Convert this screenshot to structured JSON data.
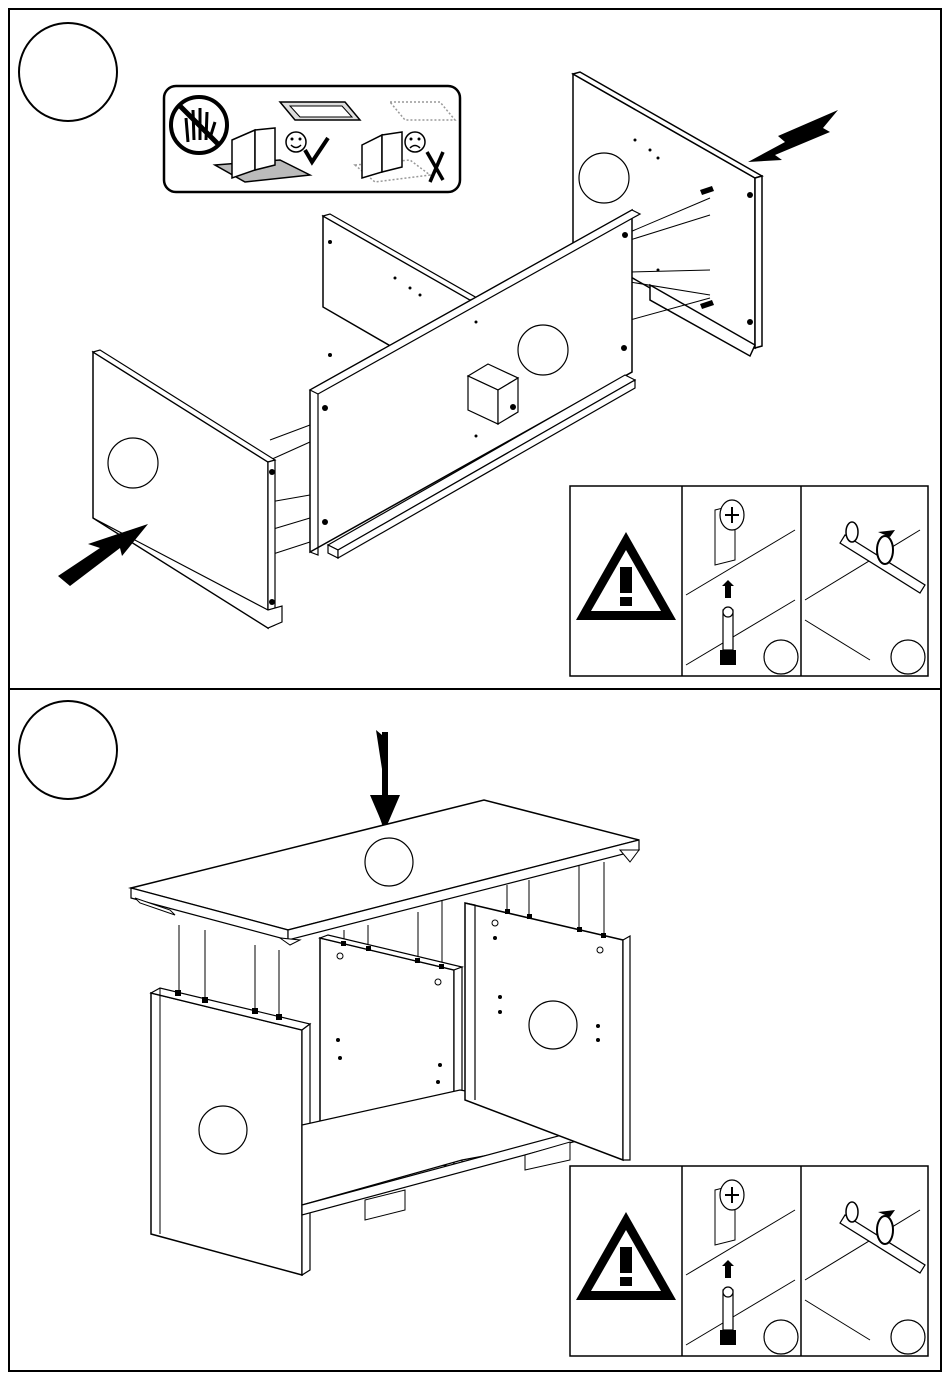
{
  "steps": [
    {
      "number": "",
      "instruction_icons": [
        "no-hand-icon",
        "good-surface-icon",
        "smiley-icon",
        "check-icon",
        "bad-surface-icon",
        "sad-icon",
        "cross-icon"
      ],
      "part_labels": [
        "",
        "",
        ""
      ],
      "detail_panels": [
        "warning-icon",
        "cam-lock-insert-detail",
        "cam-lock-turn-detail"
      ],
      "detail_labels": [
        "",
        ""
      ]
    },
    {
      "number": "",
      "part_labels": [
        "",
        "",
        ""
      ],
      "detail_panels": [
        "warning-icon",
        "cam-lock-insert-detail",
        "cam-lock-turn-detail"
      ],
      "detail_labels": [
        "",
        ""
      ]
    }
  ],
  "colors": {
    "line": "#000000",
    "fill": "#ffffff",
    "arrow": "#000000"
  }
}
